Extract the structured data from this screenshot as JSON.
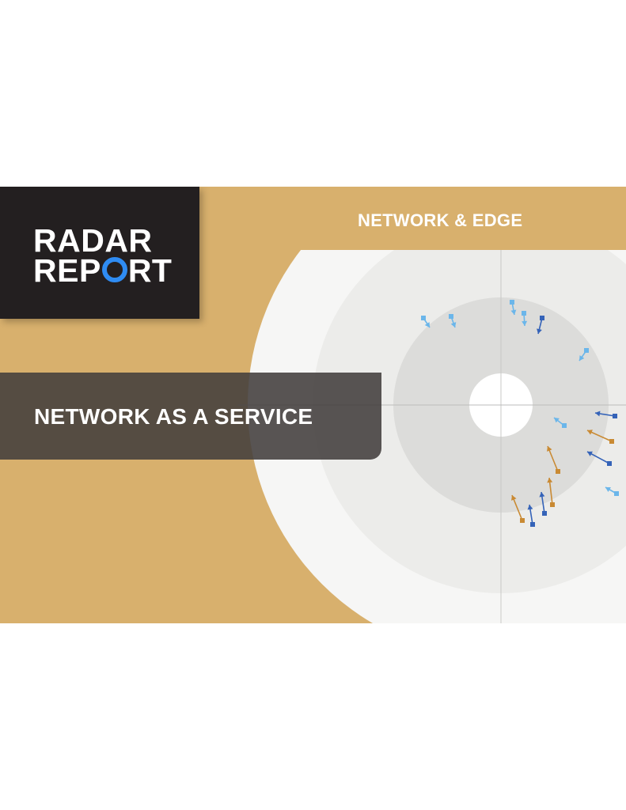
{
  "logo": {
    "line1": "RADAR",
    "line2_part1": "REP",
    "line2_part2": "RT",
    "accent_color": "#2f8cf3"
  },
  "category_label": "NETWORK & EDGE",
  "title": "NETWORK AS A SERVICE",
  "colors": {
    "background_gold": "#d8b06d",
    "logo_box": "#231f20",
    "title_band": "#423e3c",
    "arrow_light_blue": "#6bb6ea",
    "arrow_dark_blue": "#3563b8",
    "arrow_orange": "#c98a33"
  },
  "icons": [
    "radar-chart",
    "vendor-arrow-markers"
  ]
}
